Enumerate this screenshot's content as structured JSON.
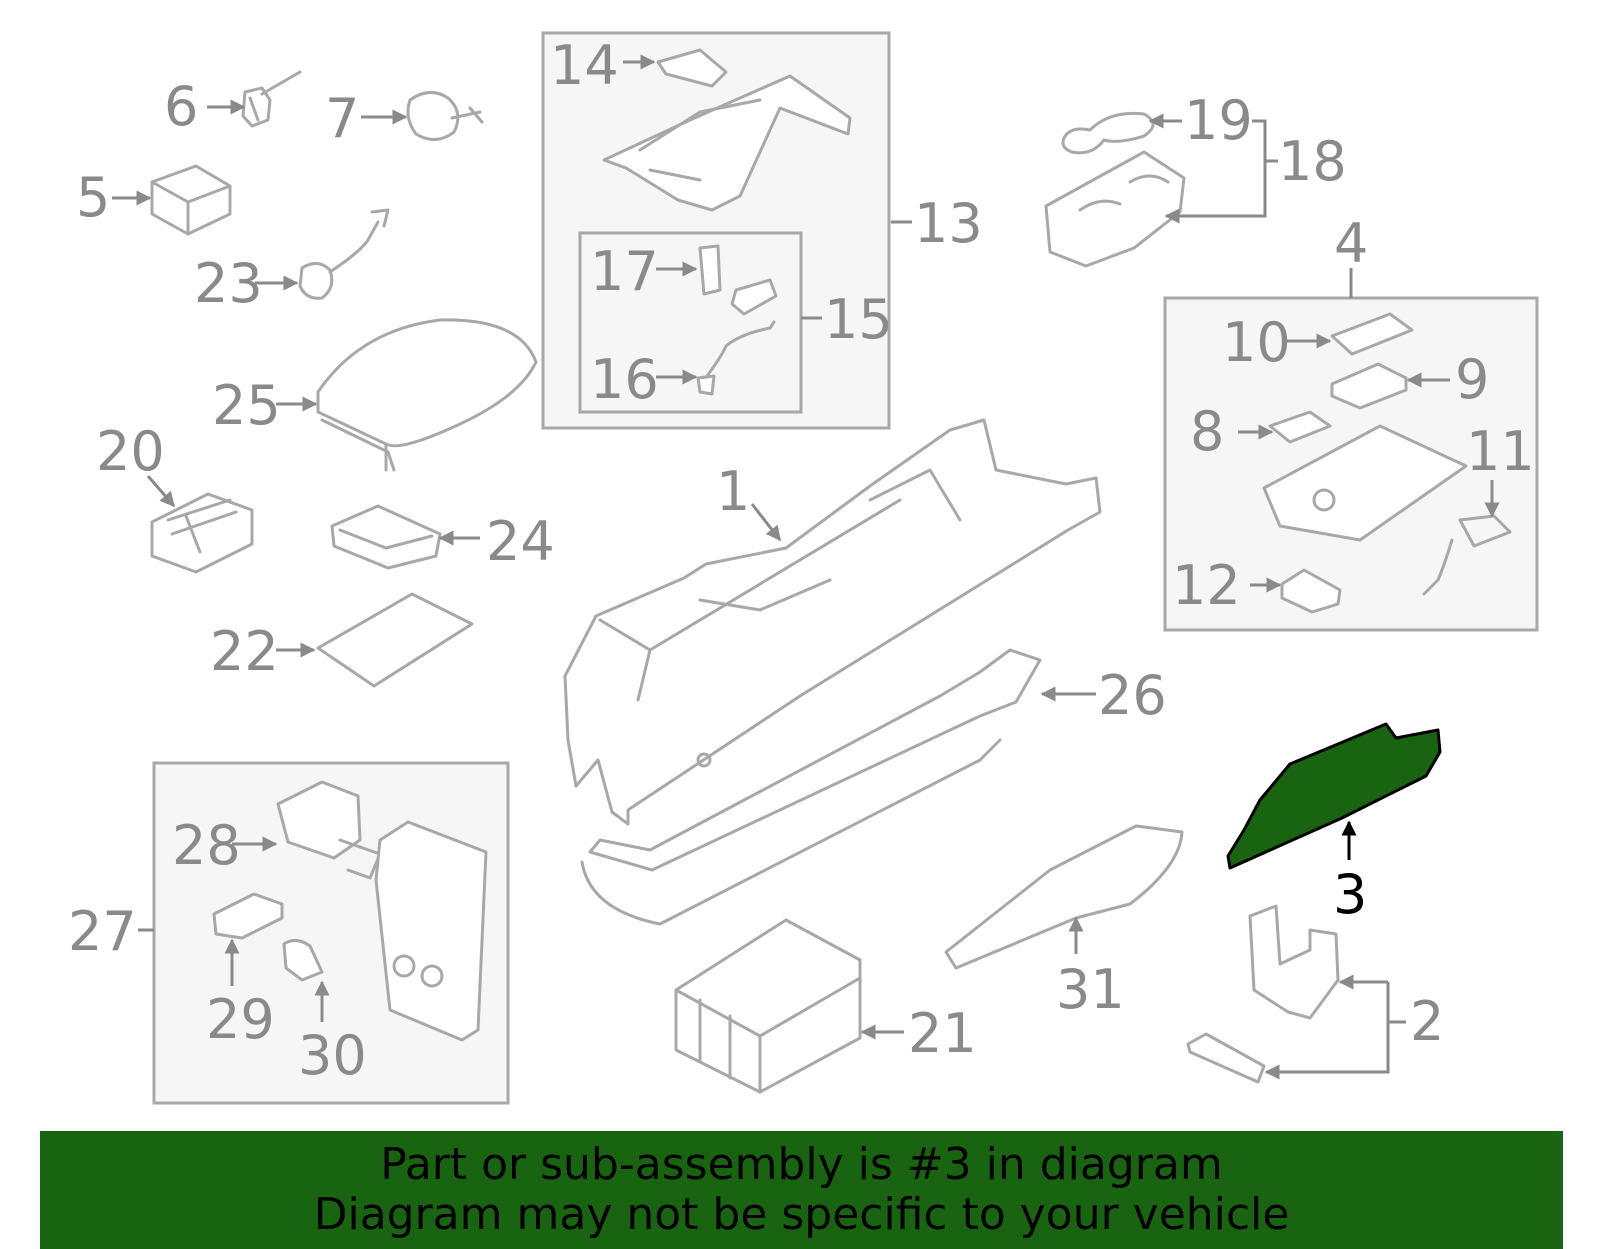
{
  "banner": {
    "line1": "Part or sub-assembly is #3 in diagram",
    "line2": "Diagram may not be specific to your vehicle"
  },
  "highlight_color": "#186410",
  "labels": {
    "l1": "1",
    "l2": "2",
    "l3": "3",
    "l4": "4",
    "l5": "5",
    "l6": "6",
    "l7": "7",
    "l8": "8",
    "l9": "9",
    "l10": "10",
    "l11": "11",
    "l12": "12",
    "l13": "13",
    "l14": "14",
    "l15": "15",
    "l16": "16",
    "l17": "17",
    "l18": "18",
    "l19": "19",
    "l20": "20",
    "l21": "21",
    "l22": "22",
    "l23": "23",
    "l24": "24",
    "l25": "25",
    "l26": "26",
    "l27": "27",
    "l28": "28",
    "l29": "29",
    "l30": "30",
    "l31": "31"
  }
}
